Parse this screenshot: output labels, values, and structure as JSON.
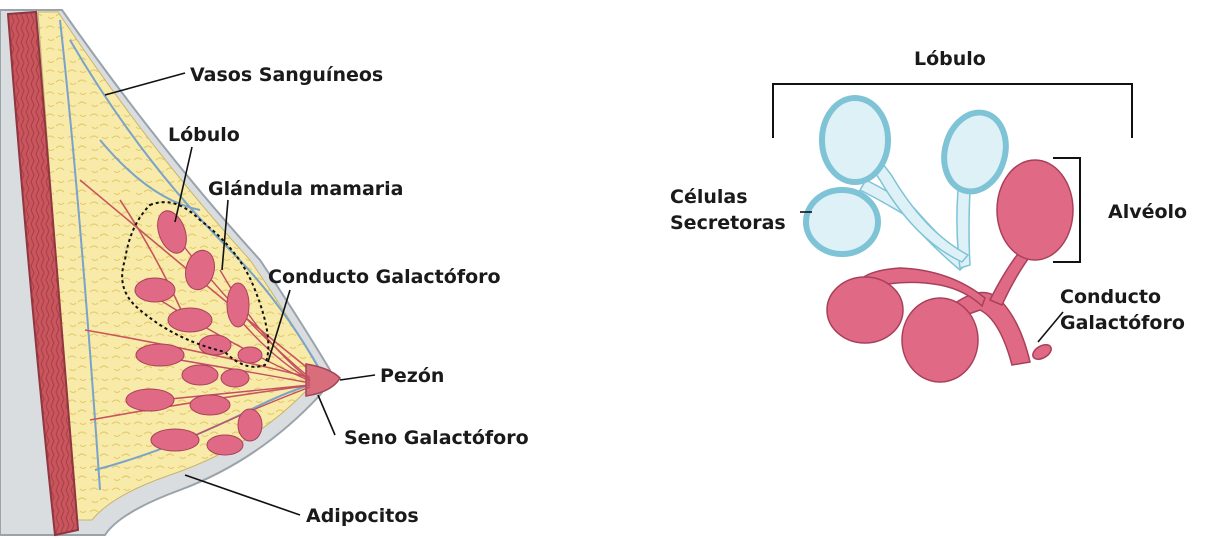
{
  "left_diagram": {
    "labels": {
      "vasos": "Vasos Sanguíneos",
      "lobulo": "Lóbulo",
      "glandula": "Glándula mamaria",
      "conducto": "Conducto Galactóforo",
      "pezon": "Pezón",
      "seno": "Seno Galactóforo",
      "adipocitos": "Adipocitos"
    }
  },
  "right_diagram": {
    "labels": {
      "lobulo": "Lóbulo",
      "celulas_1": "Células",
      "celulas_2": "Secretoras",
      "alveolo": "Alvéolo",
      "conducto_1": "Conducto",
      "conducto_2": "Galactóforo"
    }
  },
  "colors": {
    "skin": "#d9dde0",
    "fat": "#f8eaa8",
    "muscle": "#c9555d",
    "gland": "#e06a85",
    "vessel": "#7aa3c9",
    "alveolus_fill": "#ddf1f7",
    "alveolus_border": "#7fc3d6"
  }
}
